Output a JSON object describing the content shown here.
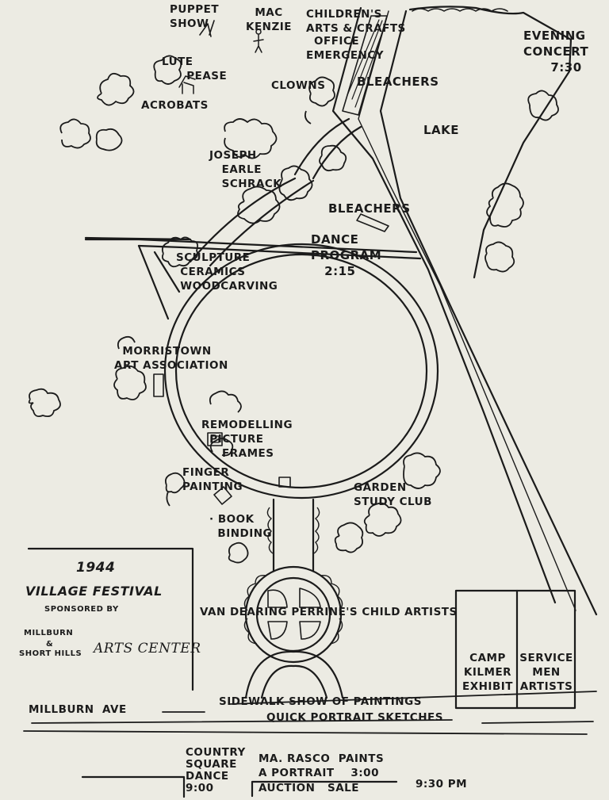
{
  "festival": {
    "year": "1944",
    "title": "VILLAGE FESTIVAL",
    "sponsored_by": "SPONSORED BY",
    "sponsor_place_1": "MILLBURN",
    "sponsor_amp": "&",
    "sponsor_place_2": "SHORT HILLS",
    "sponsor_org": "ARTS CENTER"
  },
  "labels": {
    "puppet_show": "PUPPET\nSHOW",
    "mac_kenzie": "MAC\nKENZIE",
    "children_arts": "CHILDREN'S\nARTS & CRAFTS",
    "office": "OFFICE",
    "emergency": "EMERGENCY",
    "lute_pease": "LUTE\n      PEASE",
    "acrobats": "ACROBATS",
    "clowns": "CLOWNS",
    "bleachers_top": "BLEACHERS",
    "evening_concert": "EVENING\nCONCERT\n      7:30",
    "lake": "LAKE",
    "joseph_schrack": "JOSEPH\n   EARLE\n   SCHRACK",
    "bleachers_mid": "BLEACHERS",
    "dance_program": "DANCE\nPROGRAM\n   2:15",
    "sculpture": "SCULPTURE\n CERAMICS\n WOODCARVING",
    "morristown": "  MORRISTOWN\nART ASSOCIATION",
    "remodelling": "REMODELLING\n  PICTURE\n     FRAMES",
    "finger_painting": "FINGER\nPAINTING",
    "book_binding": "· BOOK\n  BINDING",
    "garden_club": "GARDEN\nSTUDY CLUB",
    "van_dearing": "VAN DEARING PERRINE'S CHILD ARTISTS",
    "camp_kilmer": "CAMP\nKILMER\nEXHIBIT",
    "service_men": "SERVICE\nMEN\nARTISTS",
    "millburn_ave": "MILLBURN  AVE",
    "sidewalk": "SIDEWALK SHOW OF PAINTINGS",
    "quick_portrait": "QUICK PORTRAIT SKETCHES",
    "country_dance": "COUNTRY\nSQUARE\nDANCE\n9:00",
    "rasco": "MA. RASCO  PAINTS\nA PORTRAIT    3:00",
    "auction": "AUCTION   SALE",
    "auction_time": "9:30 PM"
  }
}
